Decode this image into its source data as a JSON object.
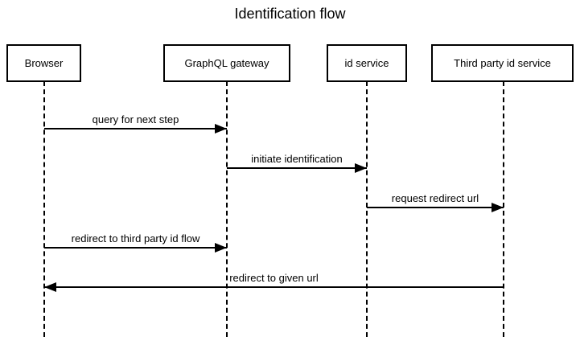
{
  "title": "Identification flow",
  "participants": [
    {
      "label": "Browser"
    },
    {
      "label": "GraphQL gateway"
    },
    {
      "label": "id service"
    },
    {
      "label": "Third party id service"
    }
  ],
  "messages": [
    {
      "label": "query for next step",
      "from": "Browser",
      "to": "GraphQL gateway",
      "direction": "right"
    },
    {
      "label": "initiate identification",
      "from": "GraphQL gateway",
      "to": "id service",
      "direction": "right"
    },
    {
      "label": "request redirect url",
      "from": "id service",
      "to": "Third party id service",
      "direction": "right"
    },
    {
      "label": "redirect to third party id flow",
      "from": "Browser",
      "to": "GraphQL gateway",
      "direction": "right"
    },
    {
      "label": "redirect to given url",
      "from": "Third party id service",
      "to": "Browser",
      "direction": "left"
    }
  ],
  "colors": {
    "background": "#ffffff",
    "line": "#000000",
    "text": "#000000"
  }
}
